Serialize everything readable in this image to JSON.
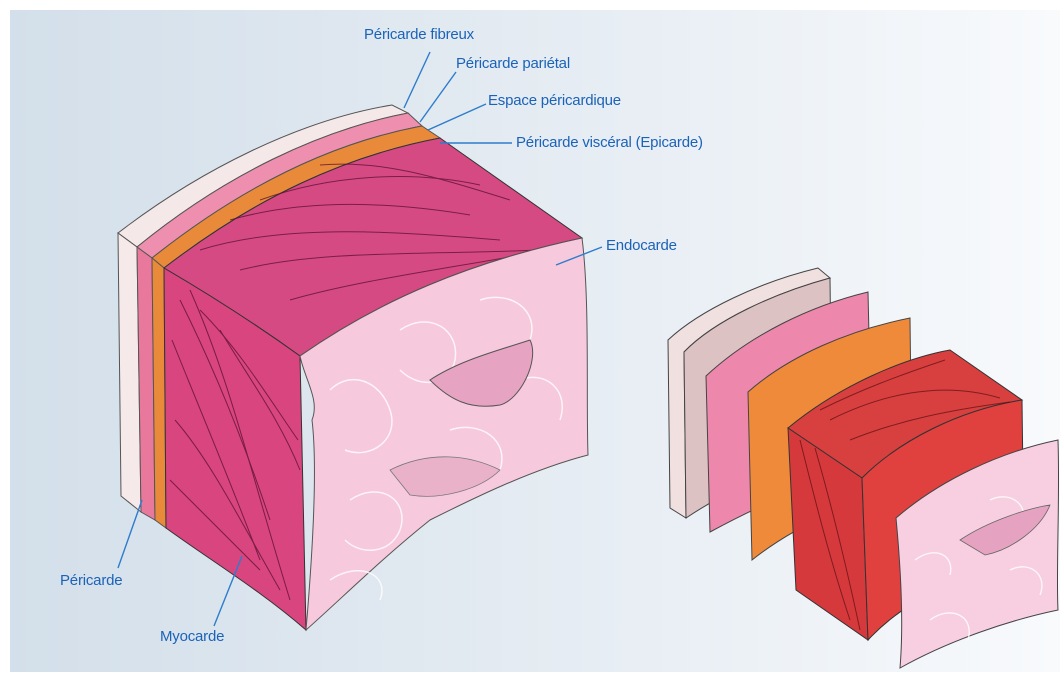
{
  "labels": {
    "pericarde_fibreux": "Péricarde fibreux",
    "pericarde_parietal": "Péricarde pariétal",
    "espace_pericardique": "Espace péricardique",
    "pericarde_visceral": "Péricarde viscéral (Epicarde)",
    "endocarde": "Endocarde",
    "pericarde": "Péricarde",
    "myocarde": "Myocarde"
  },
  "colors": {
    "label_text": "#1b63b8",
    "leader_line": "#2d7ccc",
    "background_left": "#d9e4ee",
    "background_right": "#f7f9fb",
    "fibrous_pericardium": "#f2dcdc",
    "parietal_pericardium": "#e8799d",
    "epicardium": "#e98a3a",
    "myocardium": "#d8457f",
    "myocardium_separated": "#d83a3f",
    "endocardium": "#f6c9dd"
  }
}
